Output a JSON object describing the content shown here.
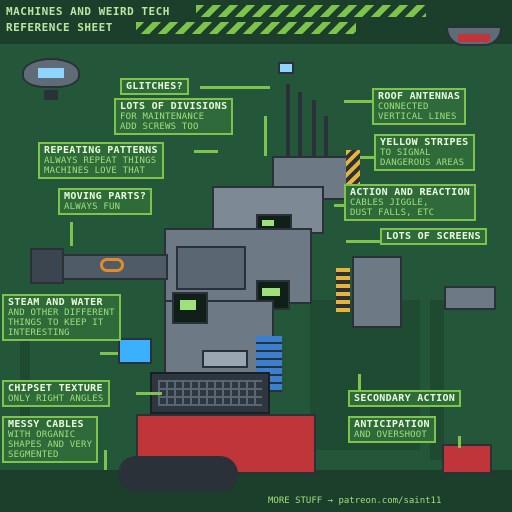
{
  "header": {
    "title_line1": "MACHINES AND WEIRD TECH",
    "title_line2": "REFERENCE SHEET"
  },
  "labels": [
    {
      "heading": "GLITCHES?",
      "sub": []
    },
    {
      "heading": "LOTS OF DIVISIONS",
      "sub": [
        "FOR MAINTENANCE",
        "ADD SCREWS TOO"
      ]
    },
    {
      "heading": "REPEATING PATTERNS",
      "sub": [
        "ALWAYS REPEAT THINGS",
        "MACHINES LOVE THAT"
      ]
    },
    {
      "heading": "MOVING PARTS?",
      "sub": [
        "ALWAYS FUN"
      ]
    },
    {
      "heading": "ROOF ANTENNAS",
      "sub": [
        "CONNECTED",
        "VERTICAL LINES"
      ]
    },
    {
      "heading": "YELLOW STRIPES",
      "sub": [
        "TO SIGNAL",
        "DANGEROUS AREAS"
      ]
    },
    {
      "heading": "ACTION AND REACTION",
      "sub": [
        "CABLES JIGGLE,",
        "DUST FALLS, ETC"
      ]
    },
    {
      "heading": "LOTS OF SCREENS",
      "sub": []
    },
    {
      "heading": "STEAM AND WATER",
      "sub": [
        "AND OTHER DIFFERENT",
        "THINGS TO KEEP IT",
        "INTERESTING"
      ]
    },
    {
      "heading": "CHIPSET TEXTURE",
      "sub": [
        "ONLY RIGHT ANGLES"
      ]
    },
    {
      "heading": "MESSY CABLES",
      "sub": [
        "WITH ORGANIC",
        "SHAPES AND VERY",
        "SEGMENTED"
      ]
    },
    {
      "heading": "SECONDARY ACTION",
      "sub": []
    },
    {
      "heading": "ANTICIPATION",
      "sub": [
        "AND OVERSHOOT"
      ]
    }
  ],
  "footer": {
    "credit": "MORE STUFF → patreon.com/saint11"
  },
  "colors": {
    "accent": "#7ec44a",
    "background": "#24573a",
    "machine_metal": "#6d7a86",
    "cable_orange": "#e08a2a",
    "danger_red": "#c0353a",
    "screen_green": "#9fe07a"
  }
}
